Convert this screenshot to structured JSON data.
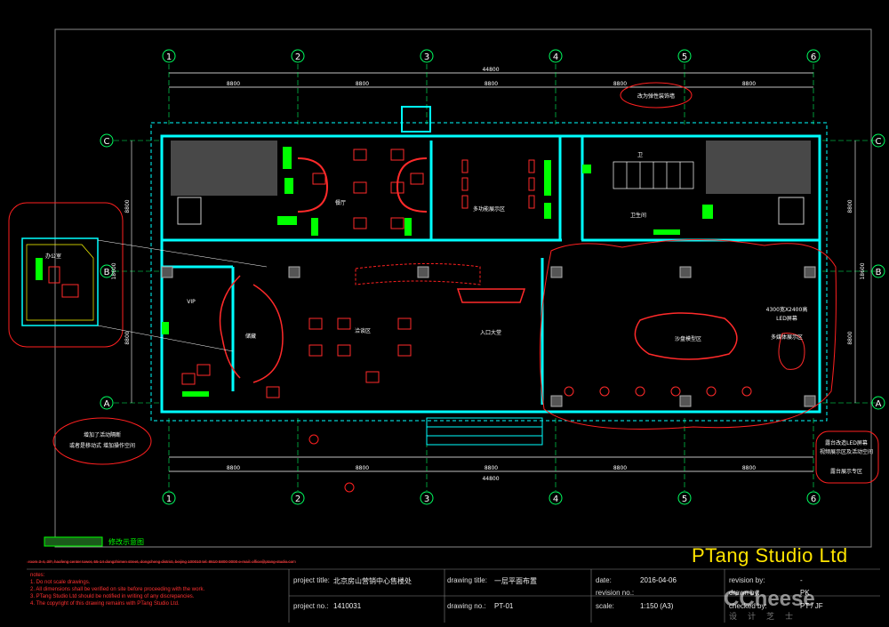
{
  "grid": {
    "columns": [
      "1",
      "2",
      "3",
      "4",
      "5",
      "6"
    ],
    "rows": [
      "C",
      "B",
      "A"
    ],
    "bay_dims": [
      "8800",
      "8800",
      "8800",
      "8800",
      "8800"
    ],
    "overall_dim": "44800",
    "row_dims_left": [
      "8800",
      "8800"
    ],
    "row_dims_right": [
      "8800",
      "8800"
    ],
    "row_total": "18600"
  },
  "rooms": {
    "restaurant": "餐厅",
    "multi_function": "多功能展示区",
    "bath": "卫",
    "restroom": "卫生间",
    "sales_office": "办公室",
    "vip": "VIP",
    "negotiation": "洽谈区",
    "entrance": "入口大堂",
    "model_area": "沙盘模型区",
    "media_area": "多媒体展示区",
    "storage": "储藏"
  },
  "notes": {
    "top": "改为弹性装饰墙",
    "left_cloud": "增加了活动隔断 或者是移动式 增加操作空间",
    "right_cloud_1": "4300宽X2400高 LED屏幕",
    "right_cloud_2": "露台改造LED屏幕 视频展示区及活动空间",
    "right_cloud_3": "露台展示专区"
  },
  "legend": {
    "label": "修改示意图"
  },
  "title_block": {
    "studio": "PTang Studio Ltd",
    "project_title_label": "project title:",
    "project_title": "北京房山营销中心售楼处",
    "project_no_label": "project no.:",
    "project_no": "1410031",
    "drawing_title_label": "drawing title:",
    "drawing_title": "一层平面布置",
    "drawing_no_label": "drawing no.:",
    "drawing_no": "PT-01",
    "date_label": "date:",
    "date": "2016-04-06",
    "revision_no_label": "revision no.:",
    "revision_no": "",
    "scale_label": "scale:",
    "scale": "1:150 (A3)",
    "revision_by_label": "revision by:",
    "revision_by": "-",
    "drawn_by_label": "drawn by:",
    "drawn_by": "PK",
    "checked_by_label": "checked by:",
    "checked_by": "PT / JF",
    "address": "room 3-4, 3/F, haofeng center tower, 55-14 dongzhimen street, dongcheng district, beijing 100010   tel: 8610 5800 0000   e-mail: office@ptang-studio.com",
    "notes_title": "notes:",
    "notes": [
      "1. Do not scale drawings.",
      "2. All dimensions shall be verified on site before proceeding with the work.",
      "3. PTang Studio Ltd should be notified in writing of any discrepancies.",
      "4. The copyright of this drawing remains with PTang Studio Ltd."
    ]
  },
  "watermark": {
    "text": "CCheese",
    "sub": "设计芝士"
  },
  "colors": {
    "wall": "#00ffff",
    "grid": "#00ff60",
    "dim": "#ffffff",
    "cloud": "#ff2020",
    "furniture": "#ff2a2a",
    "fixture": "#00ff00",
    "studio": "#ffe400",
    "text": "#ffffff",
    "yellow": "#ffff00"
  }
}
